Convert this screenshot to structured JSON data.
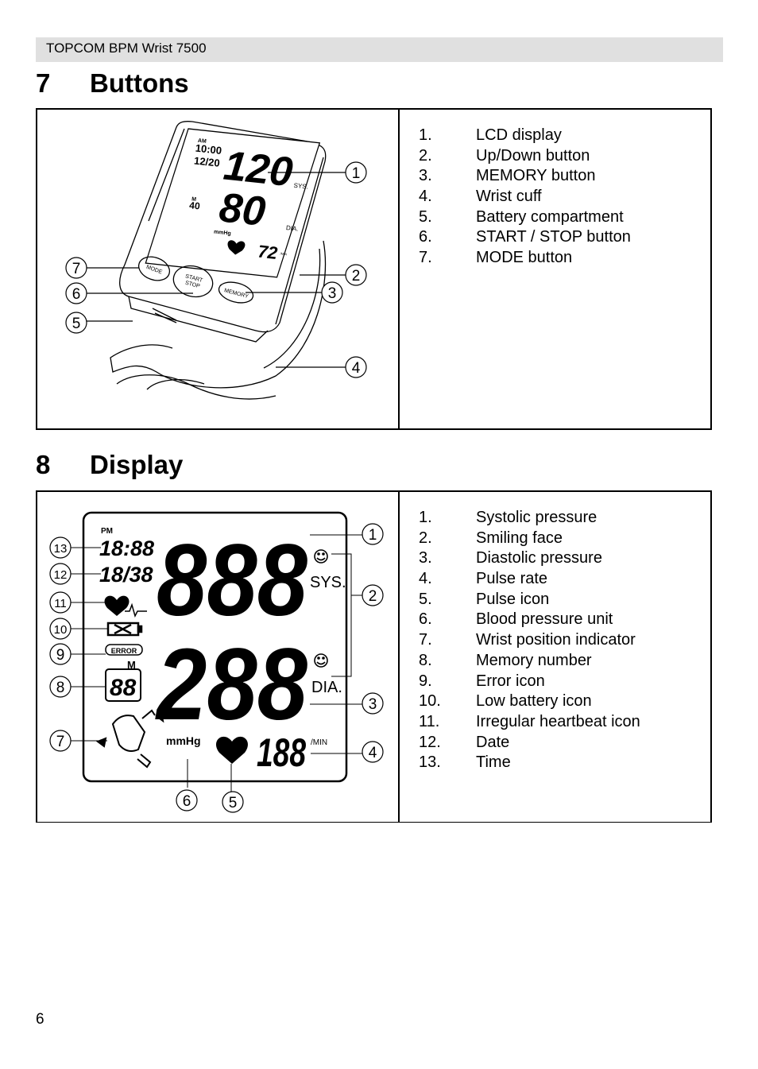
{
  "header": {
    "title": "TOPCOM BPM Wrist 7500"
  },
  "section_buttons": {
    "number": "7",
    "title": "Buttons",
    "items": [
      {
        "n": "1.",
        "label": "LCD display"
      },
      {
        "n": "2.",
        "label": "Up/Down button"
      },
      {
        "n": "3.",
        "label": "MEMORY button"
      },
      {
        "n": "4.",
        "label": "Wrist cuff"
      },
      {
        "n": "5.",
        "label": "Battery compartment"
      },
      {
        "n": "6.",
        "label": "START / STOP button"
      },
      {
        "n": "7.",
        "label": "MODE button"
      }
    ],
    "figure": {
      "callouts": [
        "1",
        "2",
        "3",
        "4",
        "5",
        "6",
        "7"
      ],
      "lcd": {
        "am": "AM",
        "time": "10:00",
        "date": "12/20",
        "sys": "120",
        "dia": "80",
        "pulse": "72",
        "memory": "40",
        "mem_label": "M",
        "unit": "mmHg",
        "sys_label": "SYS.",
        "dia_label": "DIA.",
        "min_label": "/MIN"
      },
      "buttons": {
        "mode": "MODE",
        "start_stop_1": "START",
        "start_stop_2": "STOP",
        "memory": "MEMORY"
      }
    }
  },
  "section_display": {
    "number": "8",
    "title": "Display",
    "items": [
      {
        "n": "1.",
        "label": "Systolic pressure"
      },
      {
        "n": "2.",
        "label": "Smiling face"
      },
      {
        "n": "3.",
        "label": "Diastolic pressure"
      },
      {
        "n": "4.",
        "label": "Pulse rate"
      },
      {
        "n": "5.",
        "label": "Pulse icon"
      },
      {
        "n": "6.",
        "label": "Blood pressure unit"
      },
      {
        "n": "7.",
        "label": "Wrist position indicator"
      },
      {
        "n": "8.",
        "label": "Memory number"
      },
      {
        "n": "9.",
        "label": "Error icon"
      },
      {
        "n": "10.",
        "label": "Low battery icon"
      },
      {
        "n": "11.",
        "label": "Irregular heartbeat icon"
      },
      {
        "n": "12.",
        "label": "Date"
      },
      {
        "n": "13.",
        "label": "Time"
      }
    ],
    "figure": {
      "callouts": [
        "1",
        "2",
        "3",
        "4",
        "5",
        "6",
        "7",
        "8",
        "9",
        "10",
        "11",
        "12",
        "13"
      ],
      "lcd": {
        "pm": "PM",
        "time": "18:88",
        "date": "18/38",
        "sys": "888",
        "dia": "288",
        "pulse": "188",
        "memory": "88",
        "mem_label": "M",
        "error": "ERROR",
        "unit": "mmHg",
        "sys_label": "SYS.",
        "dia_label": "DIA.",
        "min_label": "/MIN"
      }
    }
  },
  "footer": {
    "page_number": "6"
  }
}
